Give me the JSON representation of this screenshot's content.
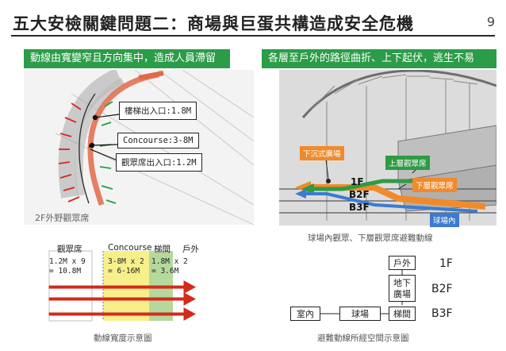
{
  "header": {
    "title": "五大安檢關鍵問題二：商場與巨蛋共構造成安全危機",
    "page_number": "9"
  },
  "left": {
    "banner": "動線由寬變窄且方向集中，造成人員滯留",
    "callouts": {
      "stair_entrance": "樓梯出入口:1.8M",
      "concourse": "Concourse:3-8M",
      "seat_entrance": "觀眾席出入口:1.2M"
    },
    "zone_label": "2F外野觀眾席"
  },
  "width_diagram": {
    "headers": {
      "seats": "觀眾席",
      "concourse": "Concourse",
      "stair": "梯間",
      "outside": "戶外"
    },
    "seats_calc_1": "1.2M x 9",
    "seats_calc_2": "= 10.8M",
    "concourse_calc_1": "3-8M x 2",
    "concourse_calc_2": "= 6-16M",
    "stair_calc_1": "1.8M x 2",
    "stair_calc_2": "= 3.6M",
    "caption": "動線寬度示意圖",
    "colors": {
      "concourse": "#f7ef8a",
      "stair": "#b5d89c",
      "arrow": "#d42a1c"
    }
  },
  "right": {
    "banner": "各層至戶外的路徑曲折、上下起伏，逃生不易",
    "tags": {
      "sunken_plaza": "下沉式廣場",
      "upper_seats": "上層觀眾席",
      "lower_seats": "下層觀眾席",
      "stadium_inside": "球場內"
    },
    "floors": {
      "f1": "1F",
      "b2": "B2F",
      "b3": "B3F"
    },
    "caption": "球場內觀眾、下層觀眾席避難動線"
  },
  "flow": {
    "nodes": {
      "outside": "戶外",
      "plaza": "地下廣場",
      "stair": "梯間",
      "stadium": "球場",
      "indoor": "室內"
    },
    "levels": {
      "f1": "1F",
      "b2": "B2F",
      "b3": "B3F"
    },
    "caption": "避難動線所經空間示意圖"
  }
}
